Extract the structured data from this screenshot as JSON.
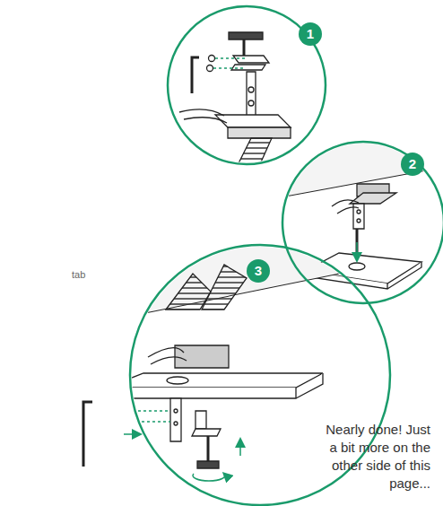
{
  "diagram": {
    "labels": [
      "1",
      "2",
      "3",
      "tab",
      "Nearly done! Just a bit more on the other side of this page..."
    ]
  }
}
